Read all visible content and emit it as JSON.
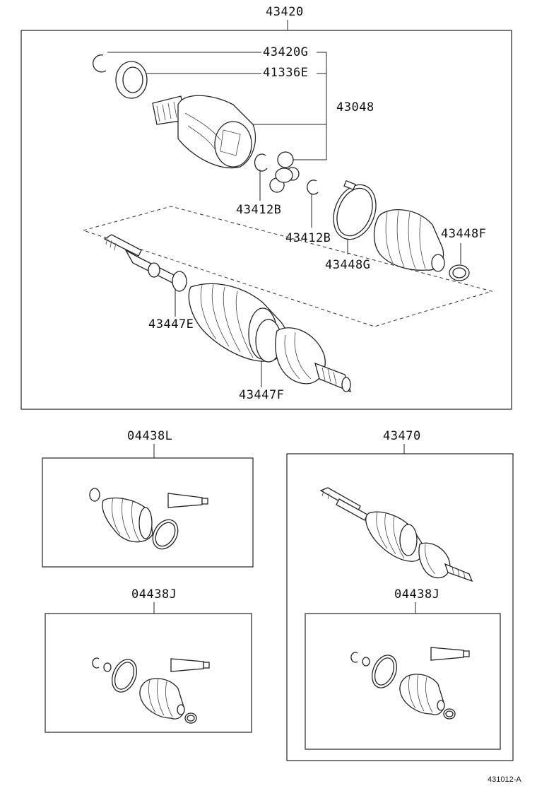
{
  "diagram": {
    "main_assembly": {
      "part_no": "43420"
    },
    "callouts": {
      "c43420G": "43420G",
      "c41336E": "41336E",
      "c43048": "43048",
      "c43412B_a": "43412B",
      "c43412B_b": "43412B",
      "c43448F": "43448F",
      "c43448G": "43448G",
      "c43447E": "43447E",
      "c43447F": "43447F"
    },
    "kits": {
      "kit_l": "04438L",
      "kit_j_left": "04438J",
      "shaft_assy": "43470",
      "kit_j_right": "04438J"
    },
    "figure_code": "431012-A"
  }
}
